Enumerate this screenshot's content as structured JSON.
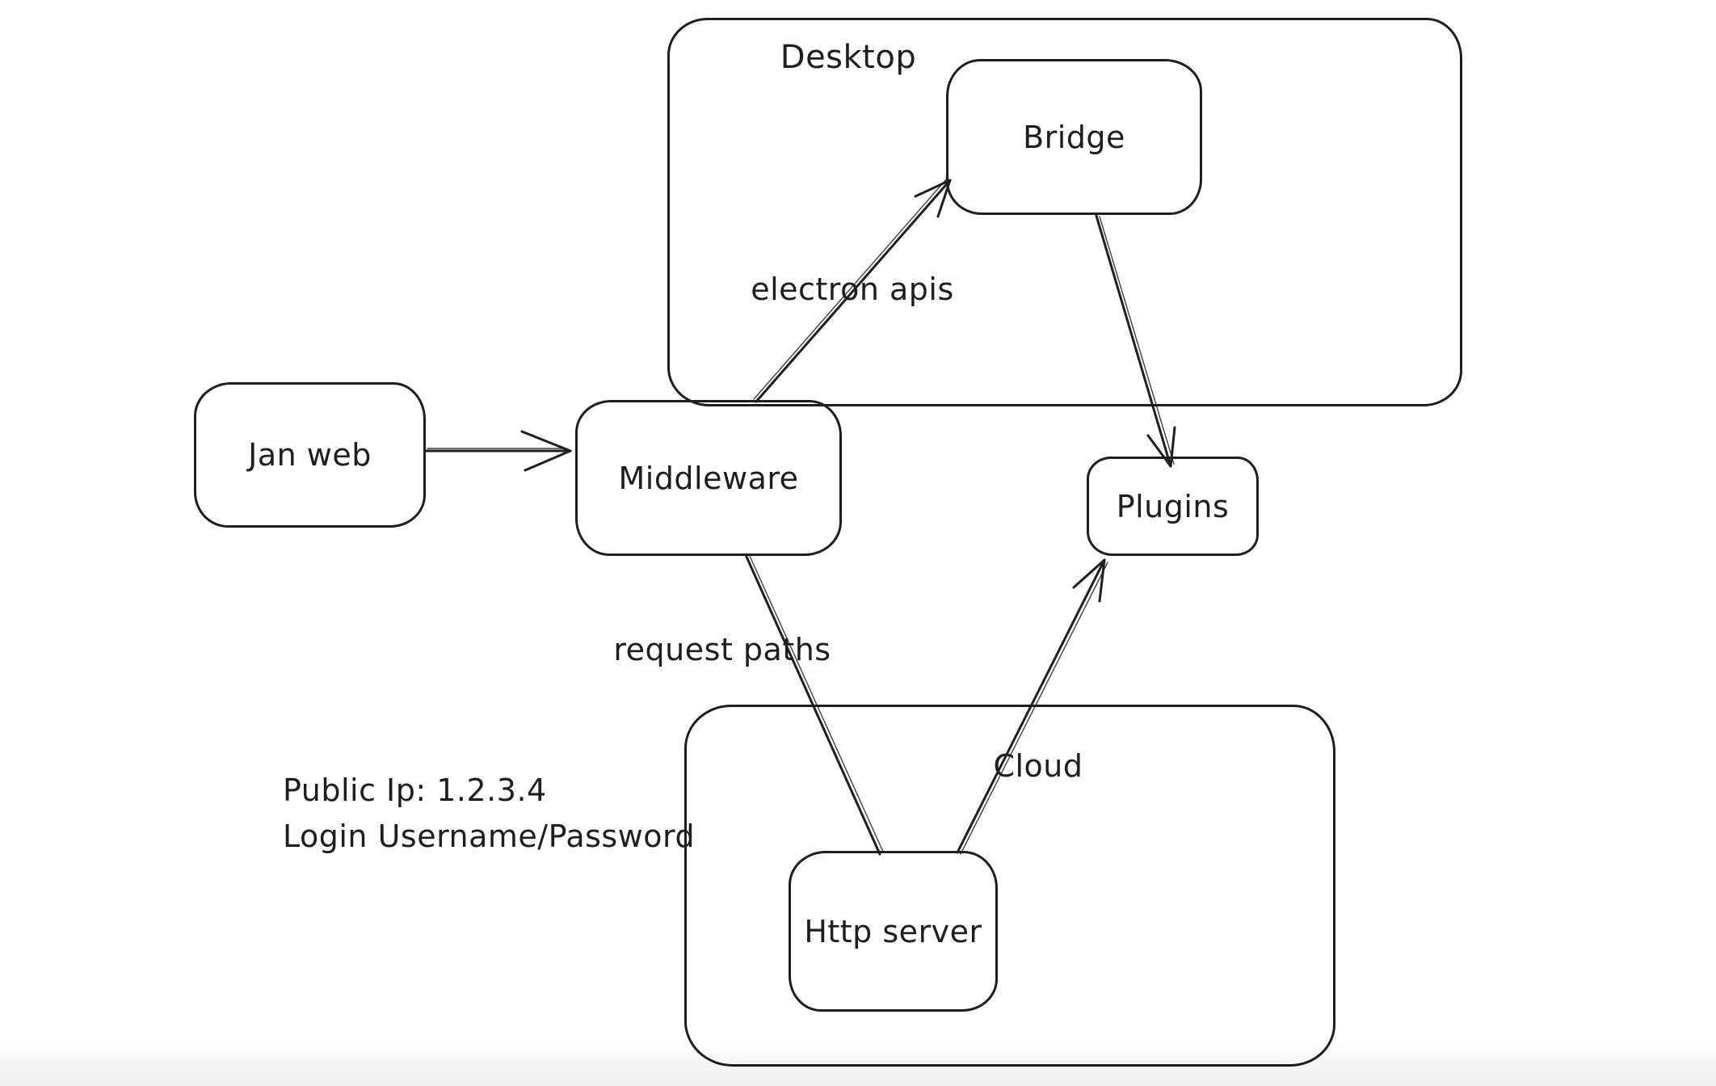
{
  "canvas": {
    "background_color": "#ffffff",
    "ink_color": "#1e1e1e",
    "style": "hand-drawn whiteboard diagram"
  },
  "containers": [
    {
      "id": "desktop",
      "label": "Desktop"
    },
    {
      "id": "cloud",
      "label": "Cloud"
    }
  ],
  "nodes": [
    {
      "id": "jan-web",
      "label": "Jan web"
    },
    {
      "id": "middleware",
      "label": "Middleware"
    },
    {
      "id": "bridge",
      "label": "Bridge"
    },
    {
      "id": "plugins",
      "label": "Plugins"
    },
    {
      "id": "http-server",
      "label": "Http server"
    }
  ],
  "edge_labels": [
    {
      "id": "electron-apis",
      "label": "electron apis"
    },
    {
      "id": "request-paths",
      "label": "request paths"
    }
  ],
  "edges": [
    {
      "from": "Jan web",
      "to": "Middleware",
      "arrowhead": "to",
      "label": ""
    },
    {
      "from": "Middleware",
      "to": "Bridge",
      "arrowhead": "to",
      "label": "electron apis"
    },
    {
      "from": "Bridge",
      "to": "Plugins",
      "arrowhead": "to",
      "label": ""
    },
    {
      "from": "Middleware",
      "to": "Http server",
      "arrowhead": "none",
      "label": "request paths"
    },
    {
      "from": "Http server",
      "to": "Plugins",
      "arrowhead": "to",
      "label": ""
    }
  ],
  "notes": {
    "line1": "Public Ip: 1.2.3.4",
    "line2": "Login Username/Password"
  }
}
